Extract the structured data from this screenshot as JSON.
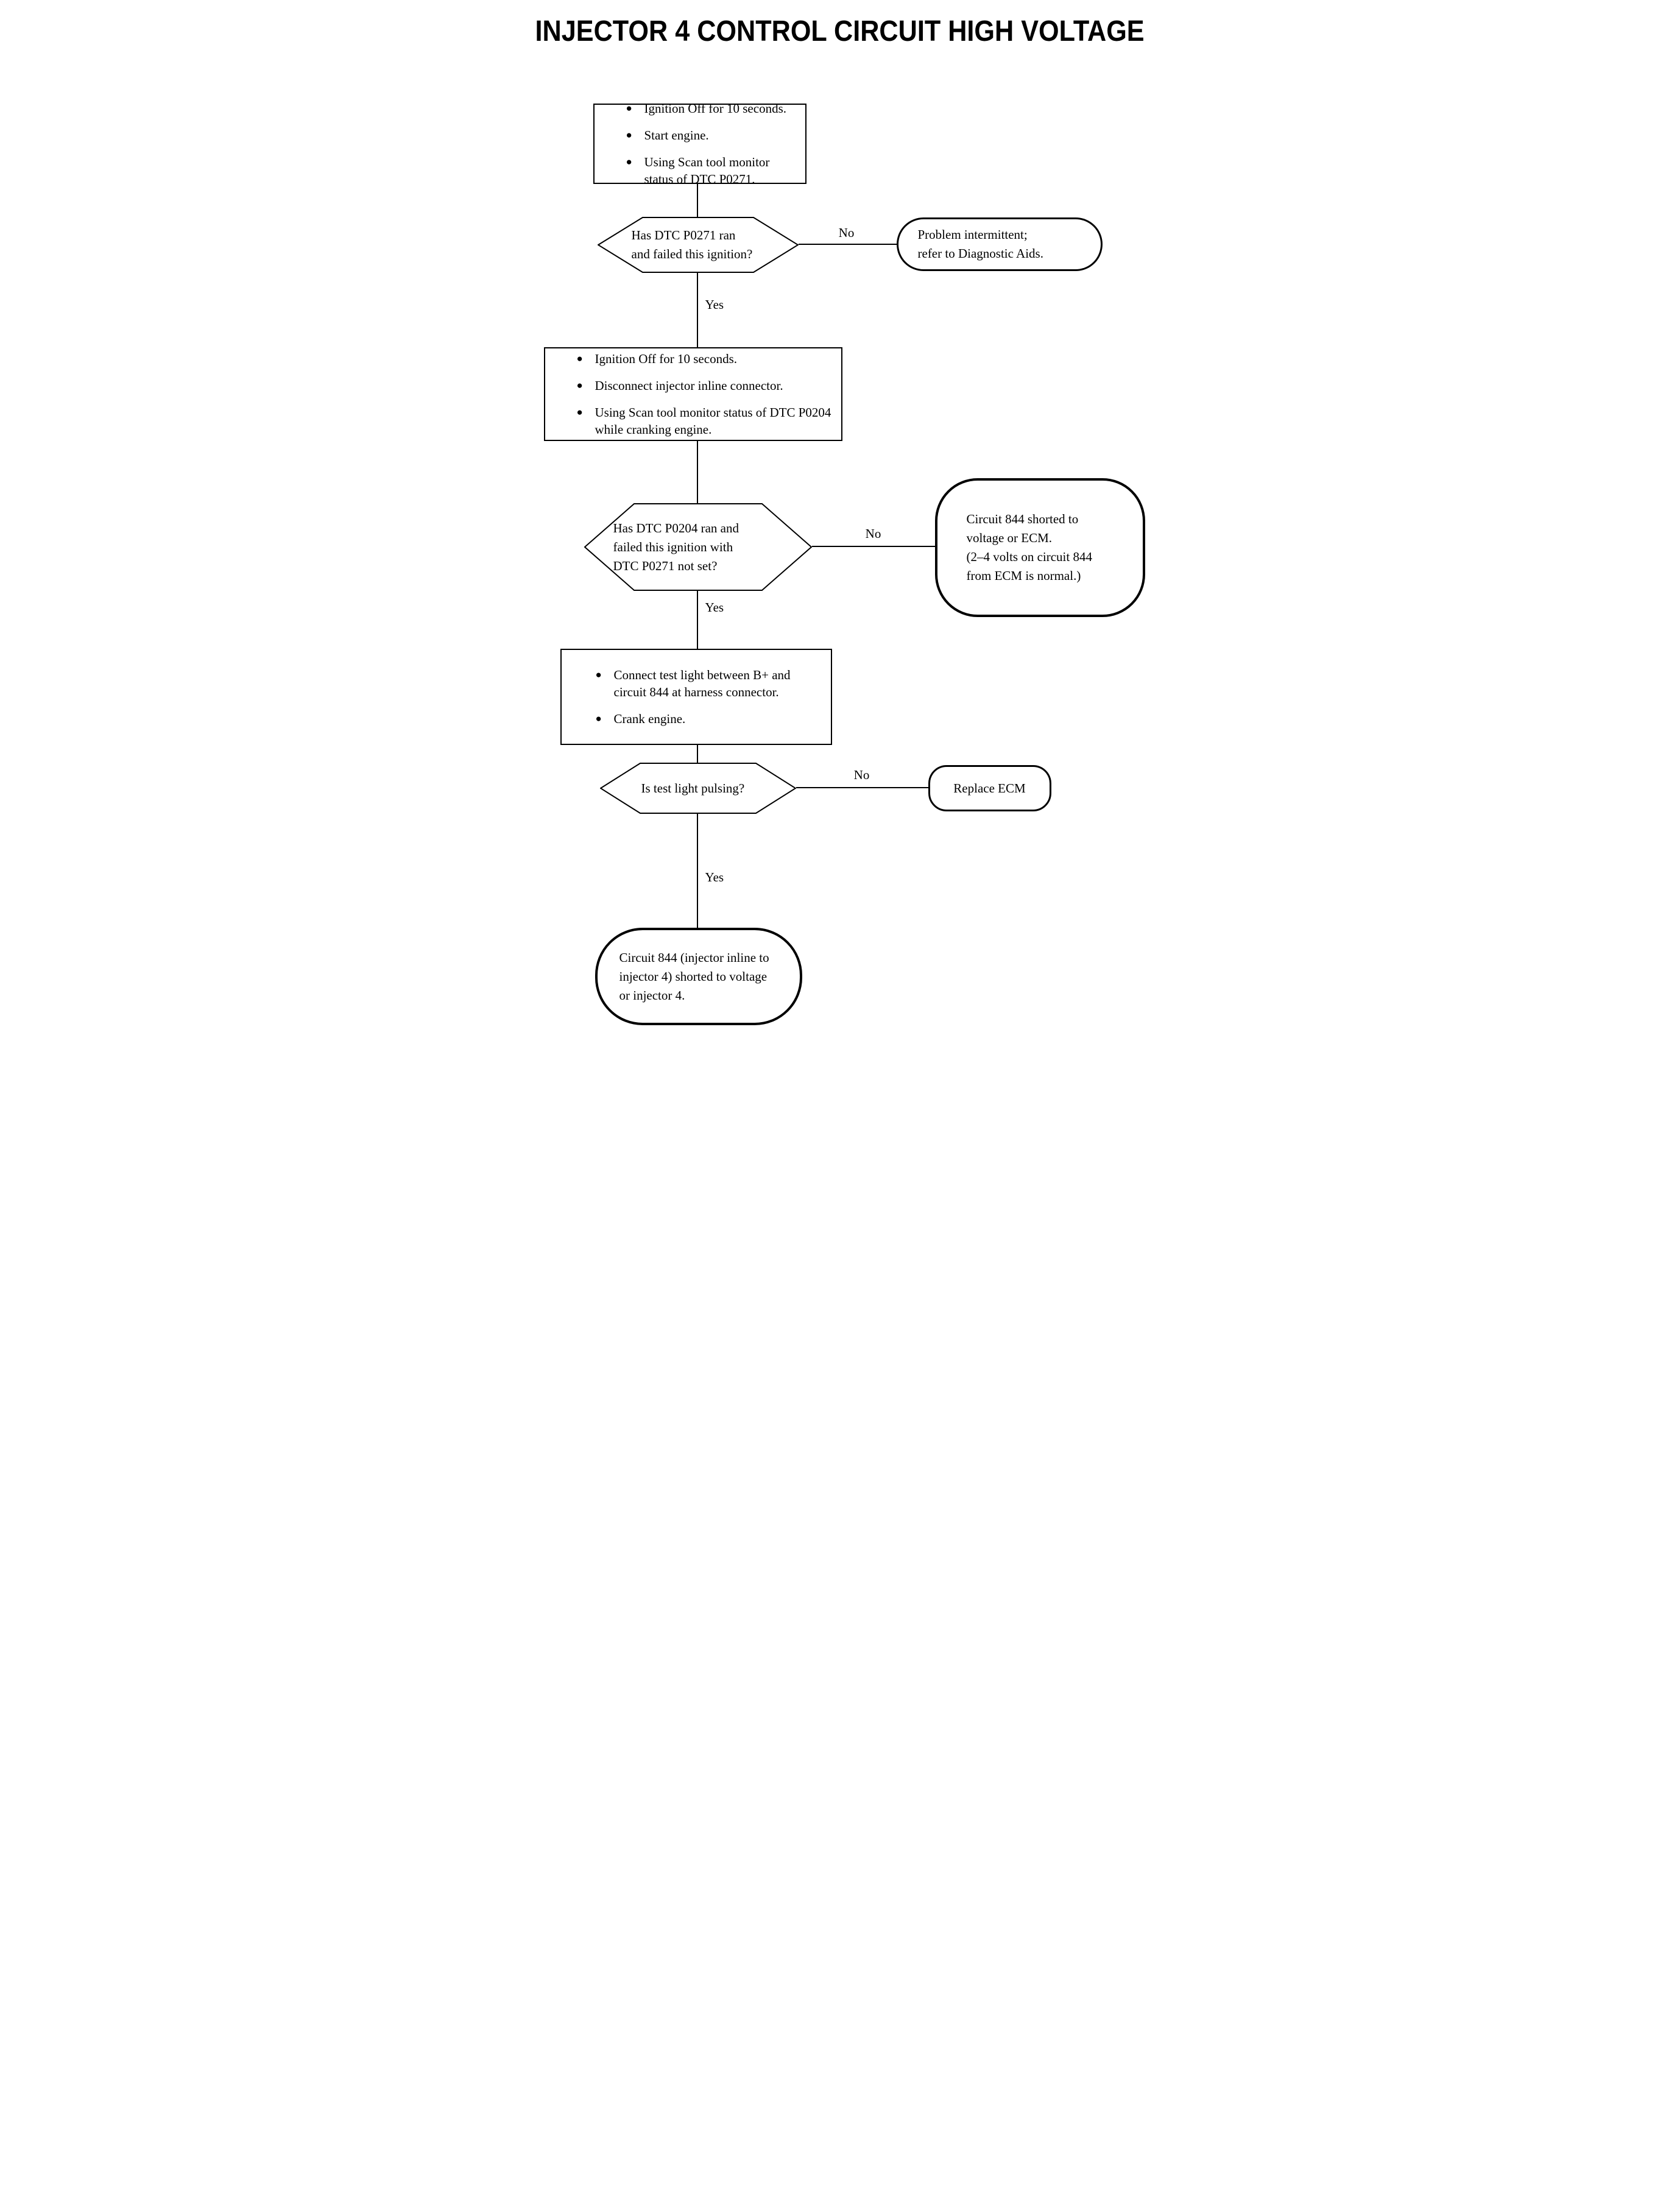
{
  "page": {
    "background": "#ffffff",
    "ink": "#000000"
  },
  "title": "INJECTOR 4 CONTROL CIRCUIT HIGH VOLTAGE",
  "labels": {
    "yes": "Yes",
    "no": "No"
  },
  "nodes": {
    "step1": {
      "type": "process",
      "bullets": [
        "Ignition Off for 10 seconds.",
        "Start engine.",
        "Using Scan tool monitor status of DTC P0271."
      ]
    },
    "decision1": {
      "type": "decision",
      "lines": [
        "Has DTC P0271 ran",
        "and failed this ignition?"
      ]
    },
    "result1": {
      "type": "terminal",
      "lines": [
        "Problem intermittent;",
        "refer to Diagnostic Aids."
      ]
    },
    "step2": {
      "type": "process",
      "bullets": [
        "Ignition Off for 10 seconds.",
        "Disconnect injector inline connector.",
        "Using Scan tool monitor status of DTC P0204 while cranking engine."
      ]
    },
    "decision2": {
      "type": "decision",
      "lines": [
        "Has DTC P0204 ran and",
        "failed this ignition with",
        "DTC P0271 not set?"
      ]
    },
    "result2": {
      "type": "terminal",
      "lines": [
        "Circuit 844 shorted to",
        "voltage or ECM.",
        "(2–4 volts on circuit 844",
        "from ECM is normal.)"
      ]
    },
    "step3": {
      "type": "process",
      "bullets": [
        "Connect test light between B+ and circuit 844 at harness connector.",
        "Crank engine."
      ]
    },
    "decision3": {
      "type": "decision",
      "lines": [
        "Is test light pulsing?"
      ]
    },
    "result3": {
      "type": "terminal",
      "lines": [
        "Replace ECM"
      ]
    },
    "result4": {
      "type": "terminal",
      "lines": [
        "Circuit 844 (injector inline to",
        "injector 4) shorted to voltage",
        "or injector 4."
      ]
    }
  }
}
